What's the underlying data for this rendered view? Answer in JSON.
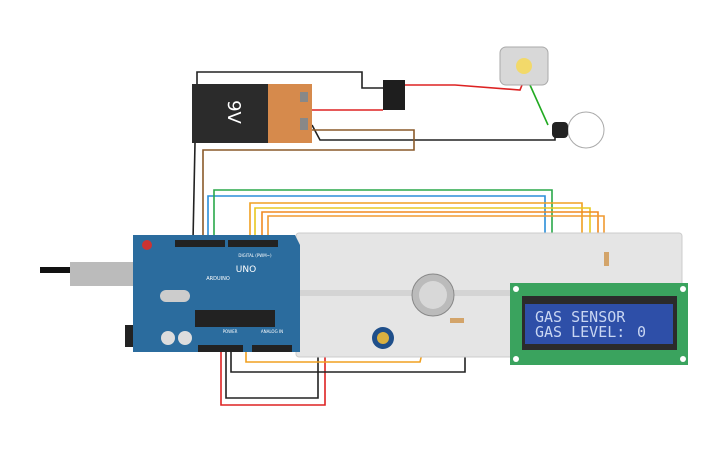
{
  "battery": {
    "label": "9V"
  },
  "arduino": {
    "model": "UNO",
    "brand": "ARDUINO",
    "digital_label": "DIGITAL (PWM~)",
    "power_label": "POWER",
    "analog_label": "ANALOG IN"
  },
  "lcd": {
    "line1": "GAS SENSOR",
    "line2": "GAS LEVEL:",
    "value": "0",
    "screen_color": "#2e4fa8",
    "board_color": "#3aa35e"
  },
  "colors": {
    "arduino": "#2b6c9e",
    "breadboard": "#e5e5e5",
    "battery_body": "#2b2b2b",
    "battery_cap": "#d68a4c"
  }
}
